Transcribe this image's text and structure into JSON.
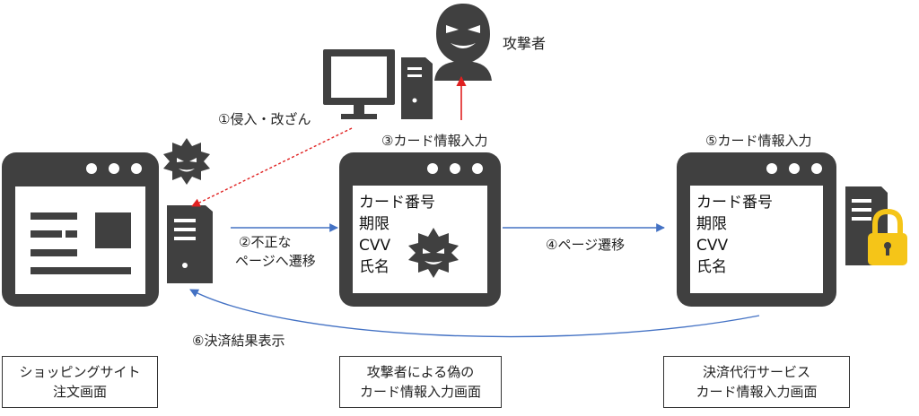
{
  "attacker_label": "攻撃者",
  "steps": {
    "s1": "①侵入・改ざん",
    "s2_line1": "②不正な",
    "s2_line2": "ページへ遷移",
    "s3": "③カード情報入力",
    "s4": "④ページ遷移",
    "s5": "⑤カード情報入力",
    "s6": "⑥決済結果表示"
  },
  "fake_form": {
    "fields": [
      "カード番号",
      "期限",
      "CVV",
      "氏名"
    ]
  },
  "real_form": {
    "fields": [
      "カード番号",
      "期限",
      "CVV",
      "氏名"
    ]
  },
  "captions": {
    "shop_line1": "ショッピングサイト",
    "shop_line2": "注文画面",
    "fake_line1": "攻撃者による偽の",
    "fake_line2": "カード情報入力画面",
    "real_line1": "決済代行サービス",
    "real_line2": "カード情報入力画面"
  },
  "colors": {
    "dark": "#404040",
    "arrow_blue": "#4472c4",
    "arrow_red": "#e02020",
    "lock_gold": "#f5c518"
  }
}
